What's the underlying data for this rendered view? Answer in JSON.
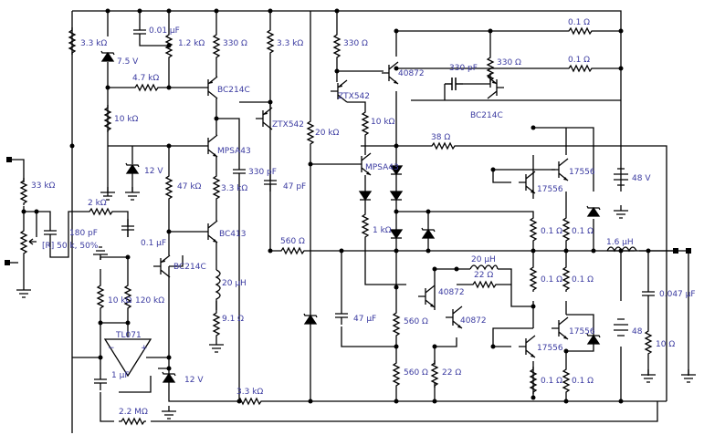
{
  "labels": {
    "r_3k3_top": "3.3 kΩ",
    "c_001": "0.01 μF",
    "z_75": "7.5 V",
    "r_1k2": "1.2 kΩ",
    "r_330_a": "330 Ω",
    "r_3k3_b": "3.3 kΩ",
    "r_330_b": "330 Ω",
    "r_01_top1": "0.1 Ω",
    "r_01_top2": "0.1 Ω",
    "r_4k7": "4.7 kΩ",
    "q_bc214c_1": "BC214C",
    "q_40872_top": "40872",
    "c_330p_top": "330 pF",
    "r_330_c": "330 Ω",
    "q_ztx542_a": "ZTX542",
    "q_bc214c_right": "BC214C",
    "r_10k_a": "10 kΩ",
    "q_ztx542_b": "ZTX542",
    "r_10k_b": "10 kΩ",
    "r_20k": "20 kΩ",
    "r_38": "38 Ω",
    "q_mpsa43_a": "MPSA43",
    "q_mpsa43_b": "MPSA43",
    "z_12_a": "12 V",
    "c_330p_b": "330 pF",
    "c_47p": "47 pF",
    "q_17556_a": "17556",
    "q_17556_b": "17556",
    "batt_48_top": "48 V",
    "r_33k": "33 kΩ",
    "r_47k": "47 kΩ",
    "r_3k3_c": "3.3 kΩ",
    "r_2k": "2 kΩ",
    "c_180p": "180 pF",
    "pot": "[R] 50 k, 50%",
    "q_bc413": "BC413",
    "r_1k": "1 kΩ",
    "r_01_a": "0.1 Ω",
    "r_01_b": "0.1 Ω",
    "c_01u": "0.1 μF",
    "r_560_a": "560 Ω",
    "l_16": "1.6 μH",
    "q_bc214c_3": "BC214C",
    "l_20_a": "20 μH",
    "r_22_a": "22 Ω",
    "q_40872_a": "40872",
    "q_40872_b": "40872",
    "r_01_c": "0.1 Ω",
    "r_01_d": "0.1 Ω",
    "c_0047": "0.047 μF",
    "r_10k_c": "10 kΩ",
    "r_120k": "120 kΩ",
    "l_20_b": "20 μH",
    "c_47u": "47 μF",
    "r_560_b": "560 Ω",
    "batt_48_bot": "48",
    "r_10": "10 Ω",
    "ic_tl071": "TL071",
    "r_91": "9.1 Ω",
    "q_17556_c": "17556",
    "q_17556_d": "17556",
    "c_1u": "1 μF",
    "z_12_b": "12 V",
    "r_560_c": "560 Ω",
    "r_22_b": "22 Ω",
    "r_01_e": "0.1 Ω",
    "r_01_f": "0.1 Ω",
    "r_3k3_d": "3.3 kΩ",
    "r_2m2": "2.2 MΩ",
    "opamp_minus": "−",
    "opamp_plus": "+"
  }
}
